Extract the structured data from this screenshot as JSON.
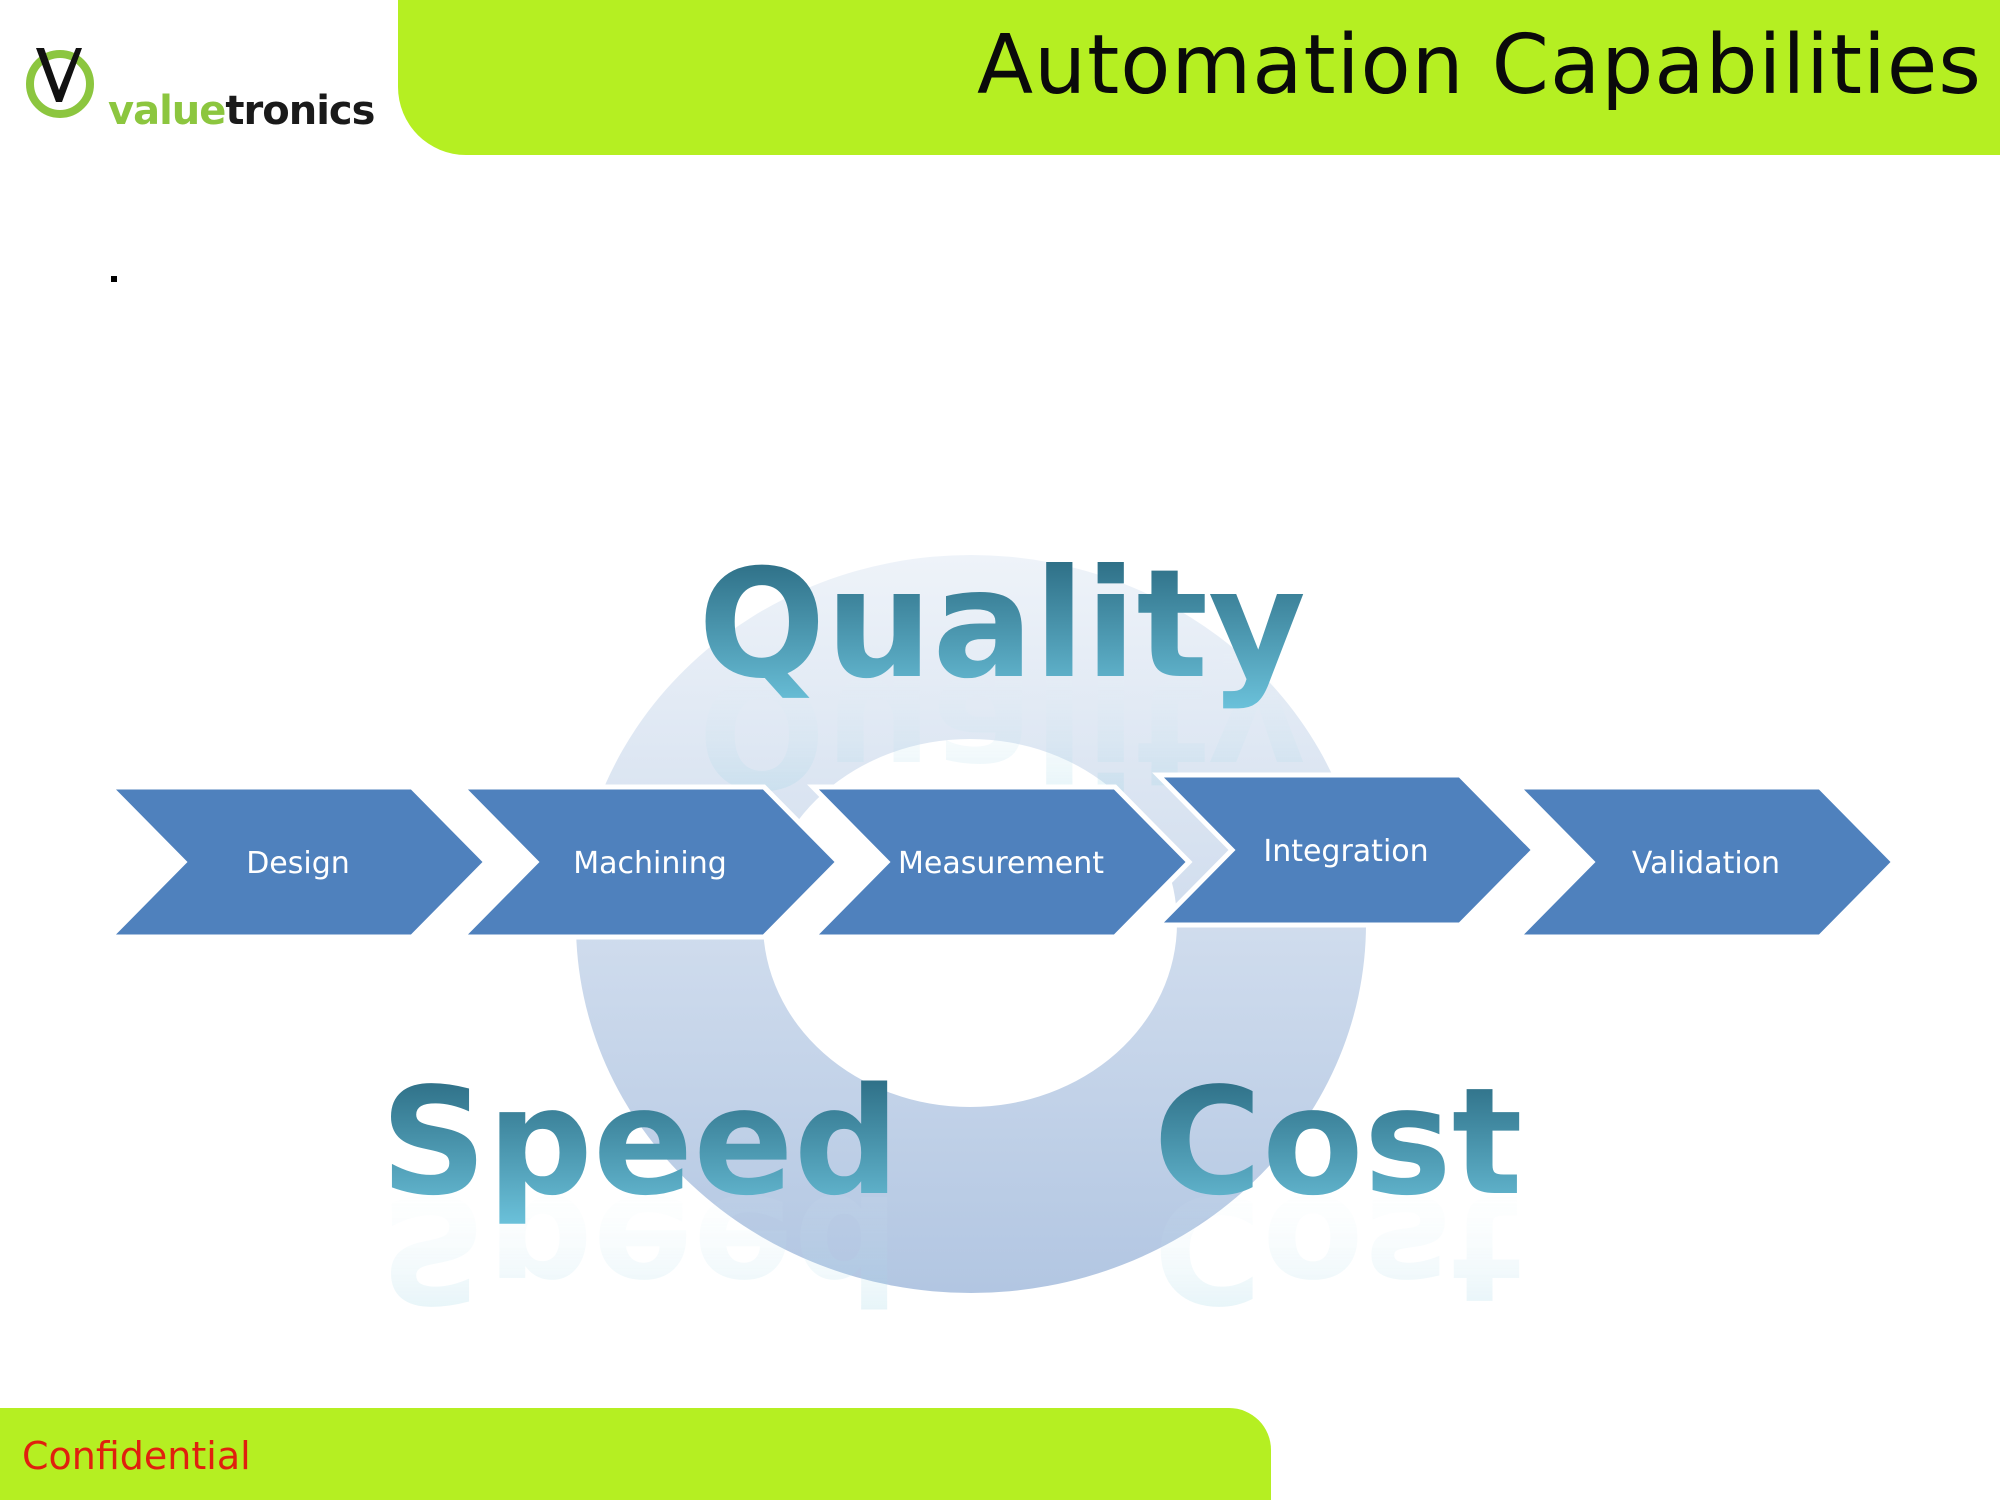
{
  "header": {
    "title": "Automation Capabilities",
    "band_color": "#b5ef22"
  },
  "logo": {
    "mark_icon": "valuetronics-v-logo-icon",
    "text_part1": "value",
    "text_part2": "tronics",
    "colors": {
      "green": "#8cc63f",
      "dark": "#1a1a1a"
    }
  },
  "body": {
    "bullet_text": "."
  },
  "diagram": {
    "pillars": [
      {
        "label": "Quality",
        "position": "top"
      },
      {
        "label": "Speed",
        "position": "bottom-left"
      },
      {
        "label": "Cost",
        "position": "bottom-right"
      }
    ],
    "process_steps": [
      {
        "label": "Design"
      },
      {
        "label": "Machining"
      },
      {
        "label": "Measurement"
      },
      {
        "label": "Integration"
      },
      {
        "label": "Validation"
      }
    ],
    "colors": {
      "chevron": "#4f81bd",
      "chevron_text": "#ffffff",
      "ring_top": "#eef3f9",
      "ring_bottom": "#b2c6e2",
      "pillar_text_top": "#25637a",
      "pillar_text_bottom": "#6cc3dc"
    }
  },
  "footer": {
    "label": "Confidential",
    "color": "#e0200e"
  }
}
